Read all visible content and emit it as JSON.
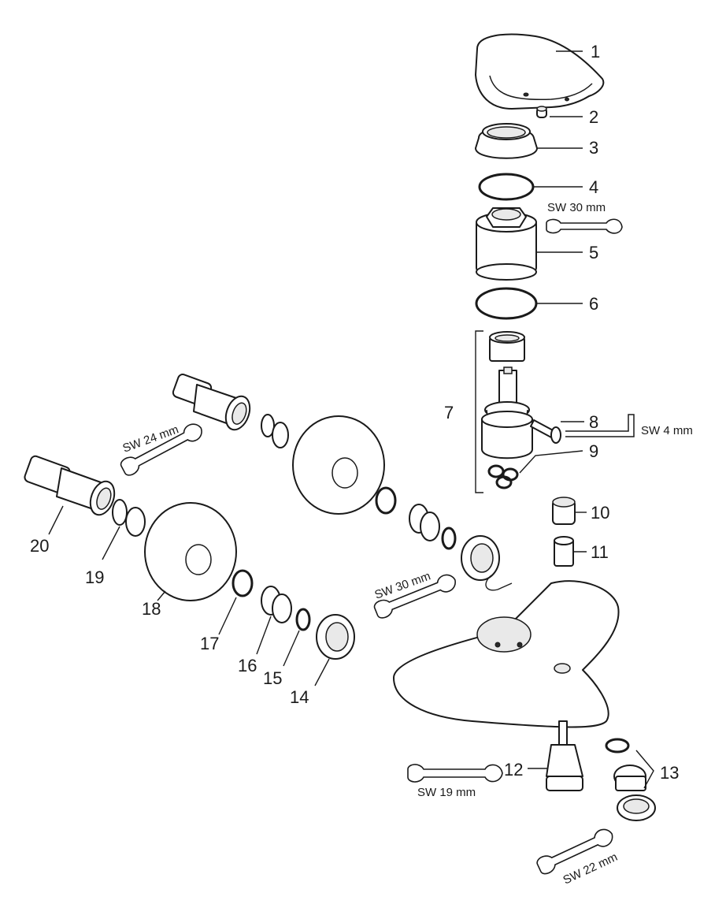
{
  "callouts": {
    "c1": "1",
    "c2": "2",
    "c3": "3",
    "c4": "4",
    "c5": "5",
    "c6": "6",
    "c7": "7",
    "c8": "8",
    "c9": "9",
    "c10": "10",
    "c11": "11",
    "c12": "12",
    "c13": "13",
    "c14": "14",
    "c15": "15",
    "c16": "16",
    "c17": "17",
    "c18": "18",
    "c19": "19",
    "c20": "20"
  },
  "tools": {
    "sw30_top": "SW 30 mm",
    "sw4": "SW 4 mm",
    "sw24": "SW 24 mm",
    "sw30_mid": "SW 30 mm",
    "sw19": "SW 19 mm",
    "sw22": "SW 22 mm"
  },
  "icons": [
    "wrench-icon",
    "hex-key-icon"
  ]
}
